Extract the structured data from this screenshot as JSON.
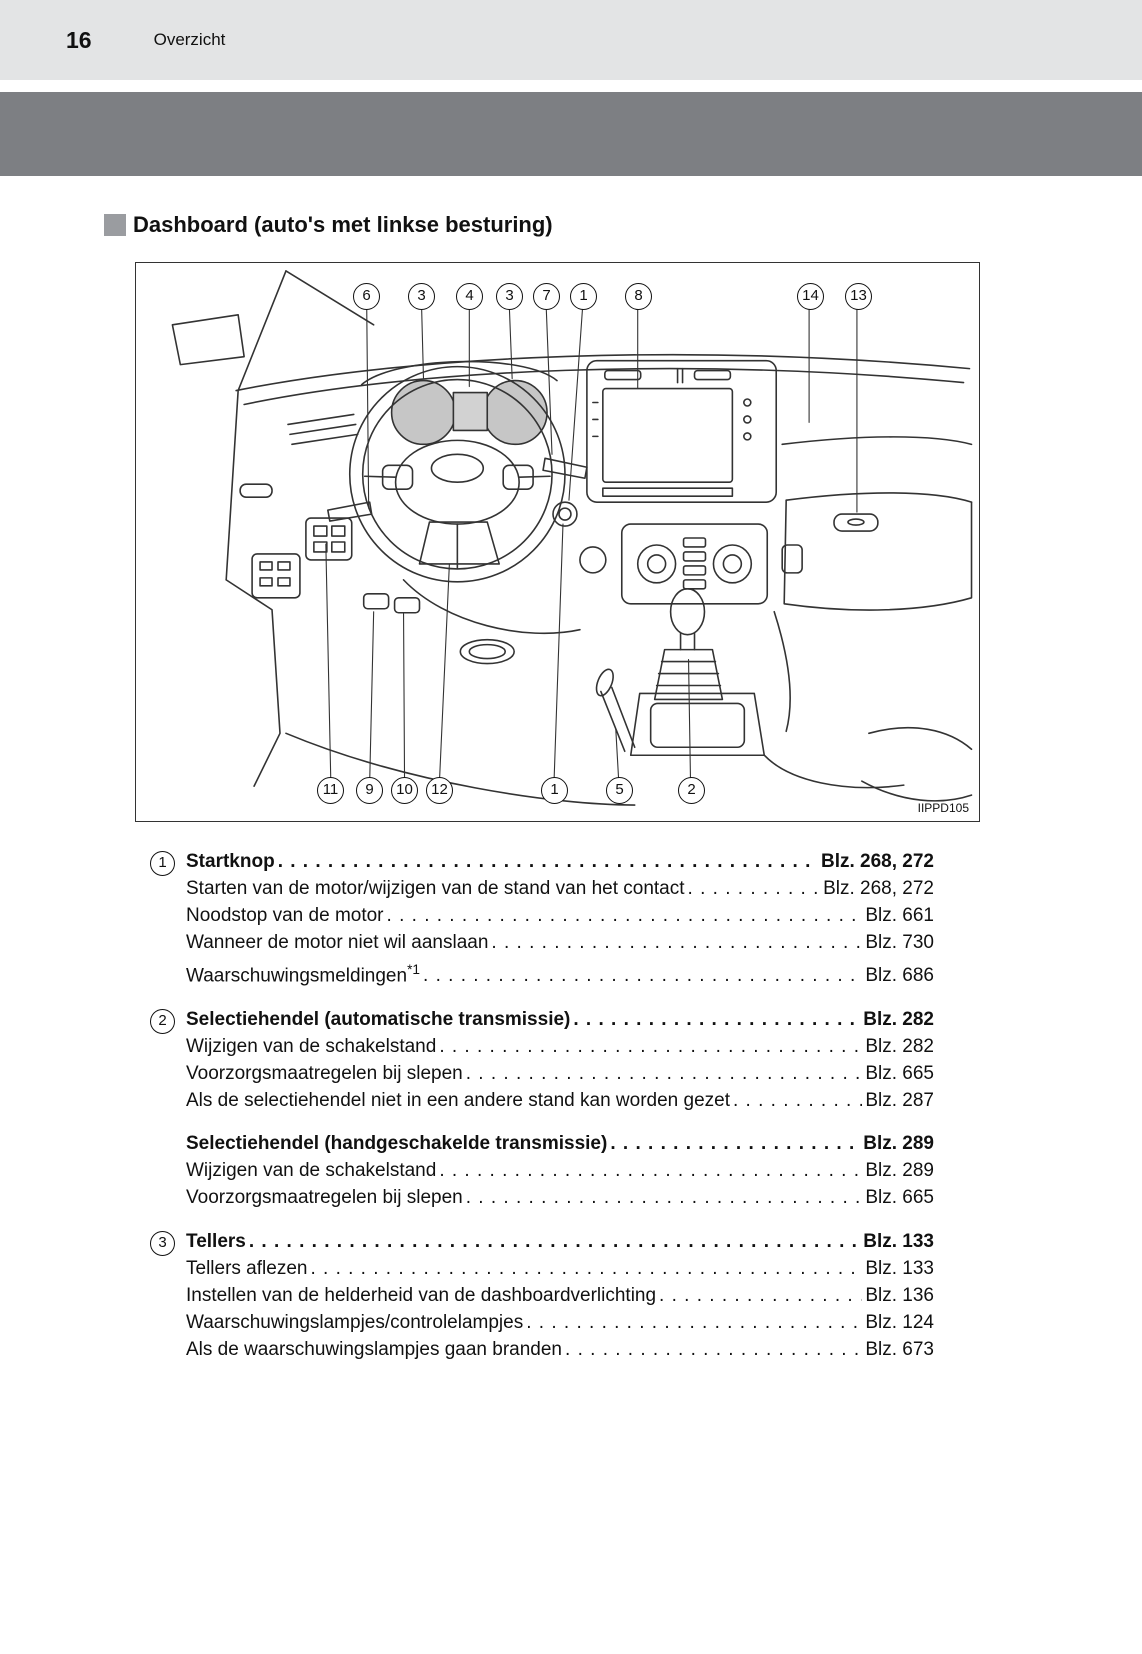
{
  "header": {
    "page_number": "16",
    "section": "Overzicht"
  },
  "heading": "Dashboard (auto's met linkse besturing)",
  "figure": {
    "code": "IIPPD105",
    "callouts": [
      "6",
      "3",
      "4",
      "3",
      "7",
      "1",
      "8",
      "14",
      "13",
      "11",
      "9",
      "10",
      "12",
      "1",
      "5",
      "2"
    ]
  },
  "list": [
    {
      "num": "1",
      "blocks": [
        {
          "title": "Startknop",
          "page": "Blz. 268, 272",
          "subs": [
            {
              "text": "Starten van de motor/wijzigen van de stand van het contact",
              "page": "Blz. 268, 272"
            },
            {
              "text": "Noodstop van de motor",
              "page": "Blz. 661"
            },
            {
              "text": "Wanneer de motor niet wil aanslaan",
              "page": "Blz. 730"
            },
            {
              "text": "Waarschuwingsmeldingen",
              "sup": "*1",
              "page": "Blz. 686"
            }
          ]
        }
      ]
    },
    {
      "num": "2",
      "blocks": [
        {
          "title": "Selectiehendel (automatische transmissie)",
          "page": "Blz. 282",
          "subs": [
            {
              "text": "Wijzigen van de schakelstand",
              "page": "Blz. 282"
            },
            {
              "text": "Voorzorgsmaatregelen bij slepen",
              "page": "Blz. 665"
            },
            {
              "text": "Als de selectiehendel niet in een andere stand kan worden gezet",
              "page": "Blz. 287"
            }
          ]
        },
        {
          "title": "Selectiehendel (handgeschakelde transmissie)",
          "page": "Blz. 289",
          "subs": [
            {
              "text": "Wijzigen van de schakelstand",
              "page": "Blz. 289"
            },
            {
              "text": "Voorzorgsmaatregelen bij slepen",
              "page": "Blz. 665"
            }
          ]
        }
      ]
    },
    {
      "num": "3",
      "blocks": [
        {
          "title": "Tellers",
          "page": "Blz. 133",
          "subs": [
            {
              "text": "Tellers aflezen",
              "page": "Blz. 133"
            },
            {
              "text": "Instellen van de helderheid van de dashboardverlichting",
              "page": "Blz. 136"
            },
            {
              "text": "Waarschuwingslampjes/controlelampjes",
              "page": "Blz. 124"
            },
            {
              "text": "Als de waarschuwingslampjes gaan branden",
              "page": "Blz. 673"
            }
          ]
        }
      ]
    }
  ]
}
